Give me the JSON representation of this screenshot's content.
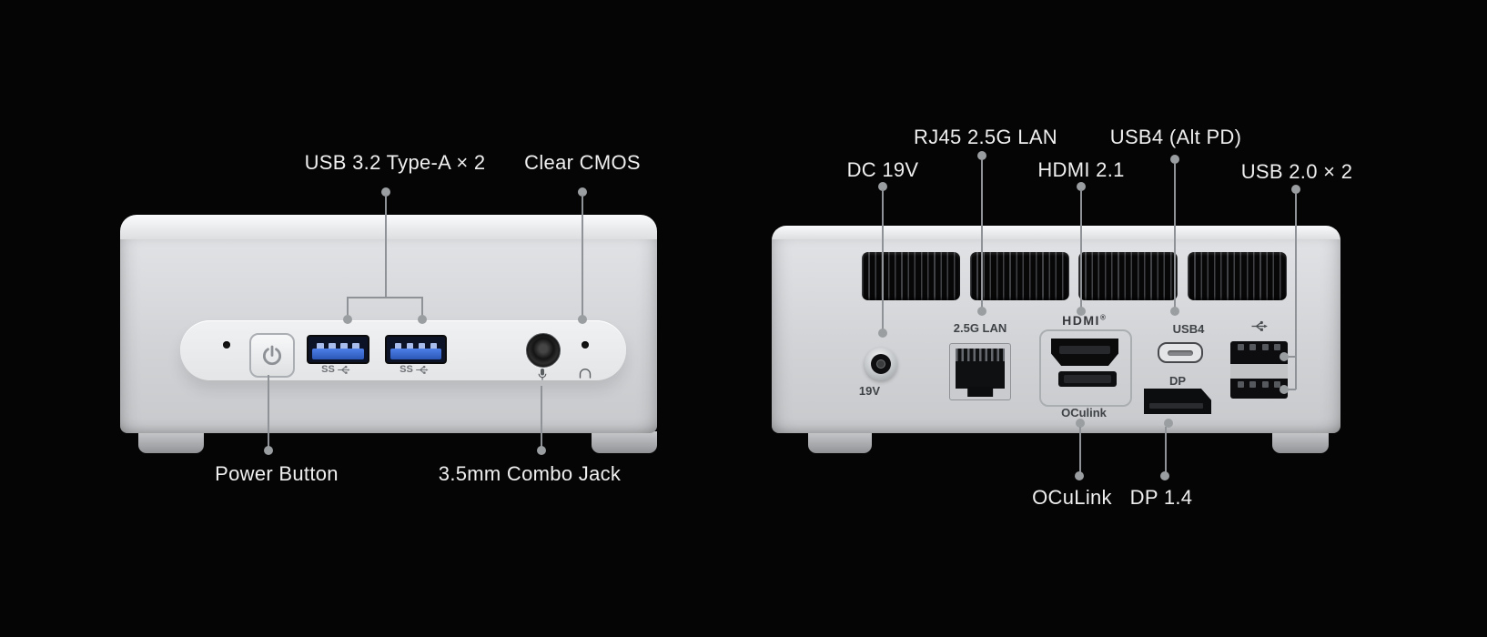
{
  "front": {
    "callouts": {
      "usb": "USB 3.2 Type-A × 2",
      "cmos": "Clear CMOS",
      "power": "Power Button",
      "jack": "3.5mm Combo Jack"
    },
    "device": {
      "ss_label": "SS"
    }
  },
  "back": {
    "callouts": {
      "dc": "DC 19V",
      "lan": "RJ45 2.5G LAN",
      "hdmi": "HDMI 2.1",
      "usb4": "USB4 (Alt PD)",
      "usb2": "USB 2.0 × 2",
      "oculink": "OCuLink",
      "dp": "DP 1.4"
    },
    "device": {
      "lan": "2.5G LAN",
      "hdmi_logo": "HDMI",
      "hdmi_reg": "®",
      "usb4": "USB4",
      "dp": "DP",
      "oculink": "OCulink",
      "dc_voltage": "19V"
    }
  },
  "colors": {
    "background": "#050505",
    "label_text": "#efefef",
    "callout_line": "#8f9296",
    "device_text": "#3f4246",
    "usb3_blue": "#3568cf"
  }
}
